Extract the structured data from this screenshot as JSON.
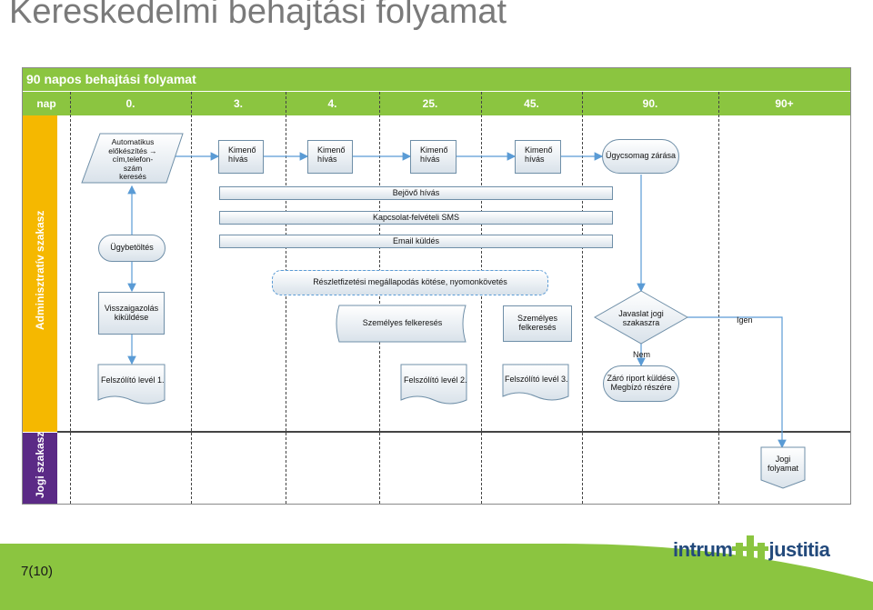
{
  "title": "Kereskedelmi behajtási folyamat",
  "diagram": {
    "header_title": "90 napos behajtási folyamat",
    "columns": [
      "nap",
      "0.",
      "3.",
      "4.",
      "25.",
      "45.",
      "90.",
      "90+"
    ],
    "lanes": {
      "admin": "Adminisztratív szakasz",
      "legal": "Jogi szakasz"
    },
    "nodes": {
      "auto_search": [
        "Automatikus",
        "előkészítés →",
        "cím,telefon-",
        "szám",
        "keresés"
      ],
      "out_call": [
        "Kimenő",
        "hívás"
      ],
      "close_package": "Ügycsomag zárása",
      "incoming_call": "Bejövő hívás",
      "sms": "Kapcsolat-felvételi SMS",
      "email": "Email küldés",
      "installment": "Részletfizetési megállapodás kötése, nyomonkövetés",
      "load_case": "Ügybetöltés",
      "confirm_send": [
        "Visszaigazolás",
        "kiküldése"
      ],
      "personal_visit": "Személyes felkeresés",
      "personal_visit_2": [
        "Személyes",
        "felkeresés"
      ],
      "legal_proposal": [
        "Javaslat jogi",
        "szakaszra"
      ],
      "yes": "Igen",
      "no": "Nem",
      "notice_1": "Felszólító levél 1.",
      "notice_2": "Felszólító levél 2.",
      "notice_3": "Felszólító levél 3.",
      "final_report": [
        "Záró riport küldése",
        "Megbízó részére"
      ],
      "legal_process": [
        "Jogi",
        "folyamat"
      ]
    }
  },
  "page_number": "7(10)",
  "logo": {
    "left": "intrum",
    "right": "justitia"
  }
}
